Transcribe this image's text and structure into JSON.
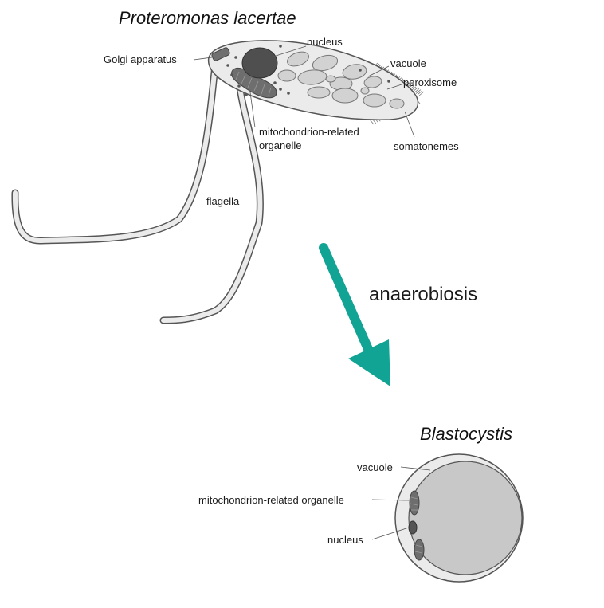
{
  "top": {
    "title": "Proteromonas lacertae",
    "labels": {
      "nucleus": "nucleus",
      "golgi": "Golgi apparatus",
      "vacuole": "vacuole",
      "peroxisome": "peroxisome",
      "mro": "mitochondrion-related",
      "mro2": "organelle",
      "somatonemes": "somatonemes",
      "flagella": "flagella"
    }
  },
  "transition": {
    "label": "anaerobiosis",
    "arrow_color": "#11a393"
  },
  "bottom": {
    "title": "Blastocystis",
    "labels": {
      "vacuole": "vacuole",
      "mro": "mitochondrion-related organelle",
      "nucleus": "nucleus"
    }
  },
  "colors": {
    "cell_fill": "#ebebeb",
    "organelle_fill": "#d2d2d2",
    "dark_fill": "#585858",
    "vacuole_fill": "#c8c8c8",
    "outline": "#555555"
  }
}
